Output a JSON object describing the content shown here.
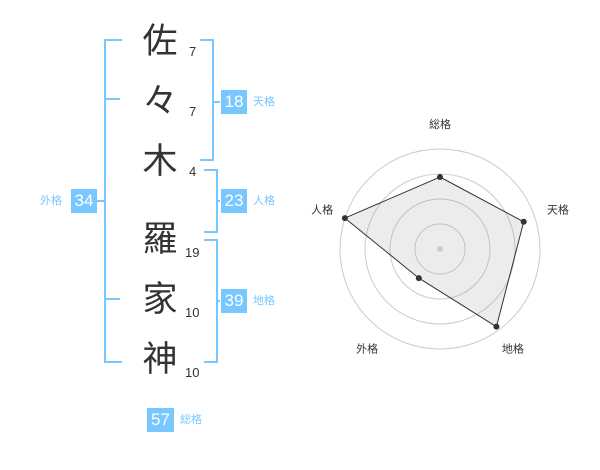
{
  "name_chars": [
    {
      "char": "佐",
      "strokes": "7"
    },
    {
      "char": "々",
      "strokes": "7"
    },
    {
      "char": "木",
      "strokes": "4"
    },
    {
      "char": "羅",
      "strokes": "19"
    },
    {
      "char": "家",
      "strokes": "10"
    },
    {
      "char": "神",
      "strokes": "10"
    }
  ],
  "fortunes": {
    "tenkaku": {
      "value": "18",
      "label": "天格"
    },
    "jinkaku": {
      "value": "23",
      "label": "人格"
    },
    "chikaku": {
      "value": "39",
      "label": "地格"
    },
    "gaikaku": {
      "value": "34",
      "label": "外格"
    },
    "soukaku": {
      "value": "57",
      "label": "総格"
    }
  },
  "chart_data": {
    "type": "radar",
    "axes": [
      "総格",
      "天格",
      "地格",
      "外格",
      "人格"
    ],
    "max": 5,
    "rings": 4,
    "values": [
      3.6,
      4.4,
      4.8,
      1.8,
      5.0
    ]
  }
}
